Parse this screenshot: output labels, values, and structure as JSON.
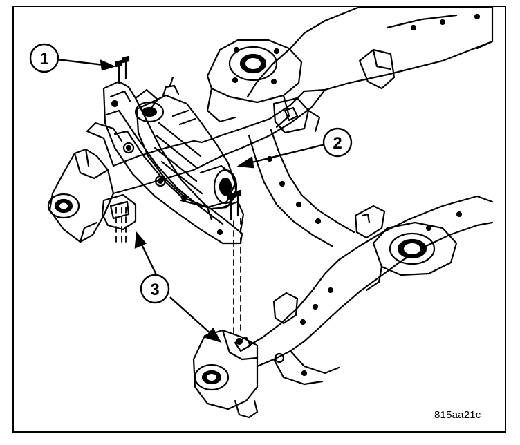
{
  "callouts": [
    {
      "id": "1",
      "label": "1"
    },
    {
      "id": "2",
      "label": "2"
    },
    {
      "id": "3",
      "label": "3"
    }
  ],
  "figure_code": "815aa21c",
  "colors": {
    "ink": "#000000",
    "paper": "#ffffff"
  }
}
